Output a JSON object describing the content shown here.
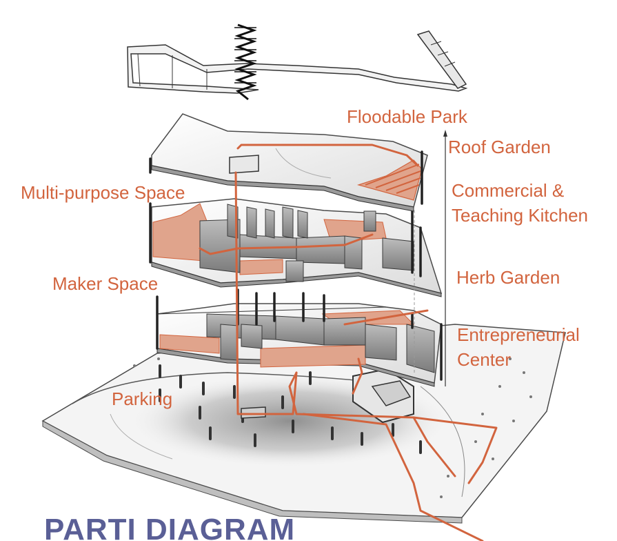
{
  "title": "PARTI DIAGRAM",
  "labels": {
    "floodable_park": "Floodable Park",
    "roof_garden": "Roof Garden",
    "multi_purpose_space": "Multi-purpose Space",
    "commercial_kitchen_line1": "Commercial &",
    "commercial_kitchen_line2": "Teaching Kitchen",
    "herb_garden": "Herb Garden",
    "maker_space": "Maker Space",
    "entrepreneurial_line1": "Entrepreneurial",
    "entrepreneurial_line2": "Center",
    "parking": "Parking"
  },
  "colors": {
    "accent": "#d2643e",
    "accent_fill": "#e0a48c",
    "title": "#5a5f96",
    "structure_gray": "#8a8a8a",
    "line_dark": "#2a2a2a"
  }
}
